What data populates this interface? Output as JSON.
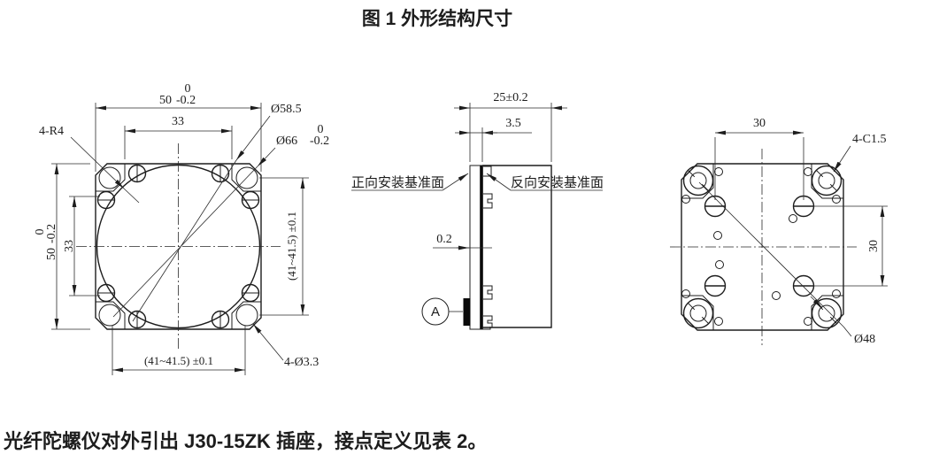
{
  "title": "图 1 外形结构尺寸",
  "footer": "光纤陀螺仪对外引出 J30-15ZK 插座，接点定义见表 2。",
  "front_view": {
    "dim_width": {
      "value": "50",
      "tol_upper": "0",
      "tol_lower": "-0.2"
    },
    "dim_width_inner": "33",
    "dim_height": {
      "value": "50",
      "tol_upper": "0",
      "tol_lower": "-0.2"
    },
    "dim_height_inner": "33",
    "dim_hole_span_vertical": "(41~41.5) ±0.1",
    "dim_hole_span_horizontal": "(41~41.5) ±0.1",
    "label_corner_radius": "4-R4",
    "label_outer_circle": "Ø58.5",
    "label_flange_circle": {
      "value": "Ø66",
      "tol_upper": "0",
      "tol_lower": "-0.2"
    },
    "label_mount_holes": "4-Ø3.3"
  },
  "side_view": {
    "dim_depth": "25±0.2",
    "dim_flange_thickness": "3.5",
    "dim_face_offset": "0.2",
    "label_forward_datum": "正向安装基准面",
    "label_reverse_datum": "反向安装基准面",
    "datum_balloon": "A"
  },
  "back_view": {
    "dim_screw_span_horizontal": "30",
    "dim_screw_span_vertical": "30",
    "label_chamfer": "4-C1.5",
    "label_bolt_circle": "Ø48"
  }
}
